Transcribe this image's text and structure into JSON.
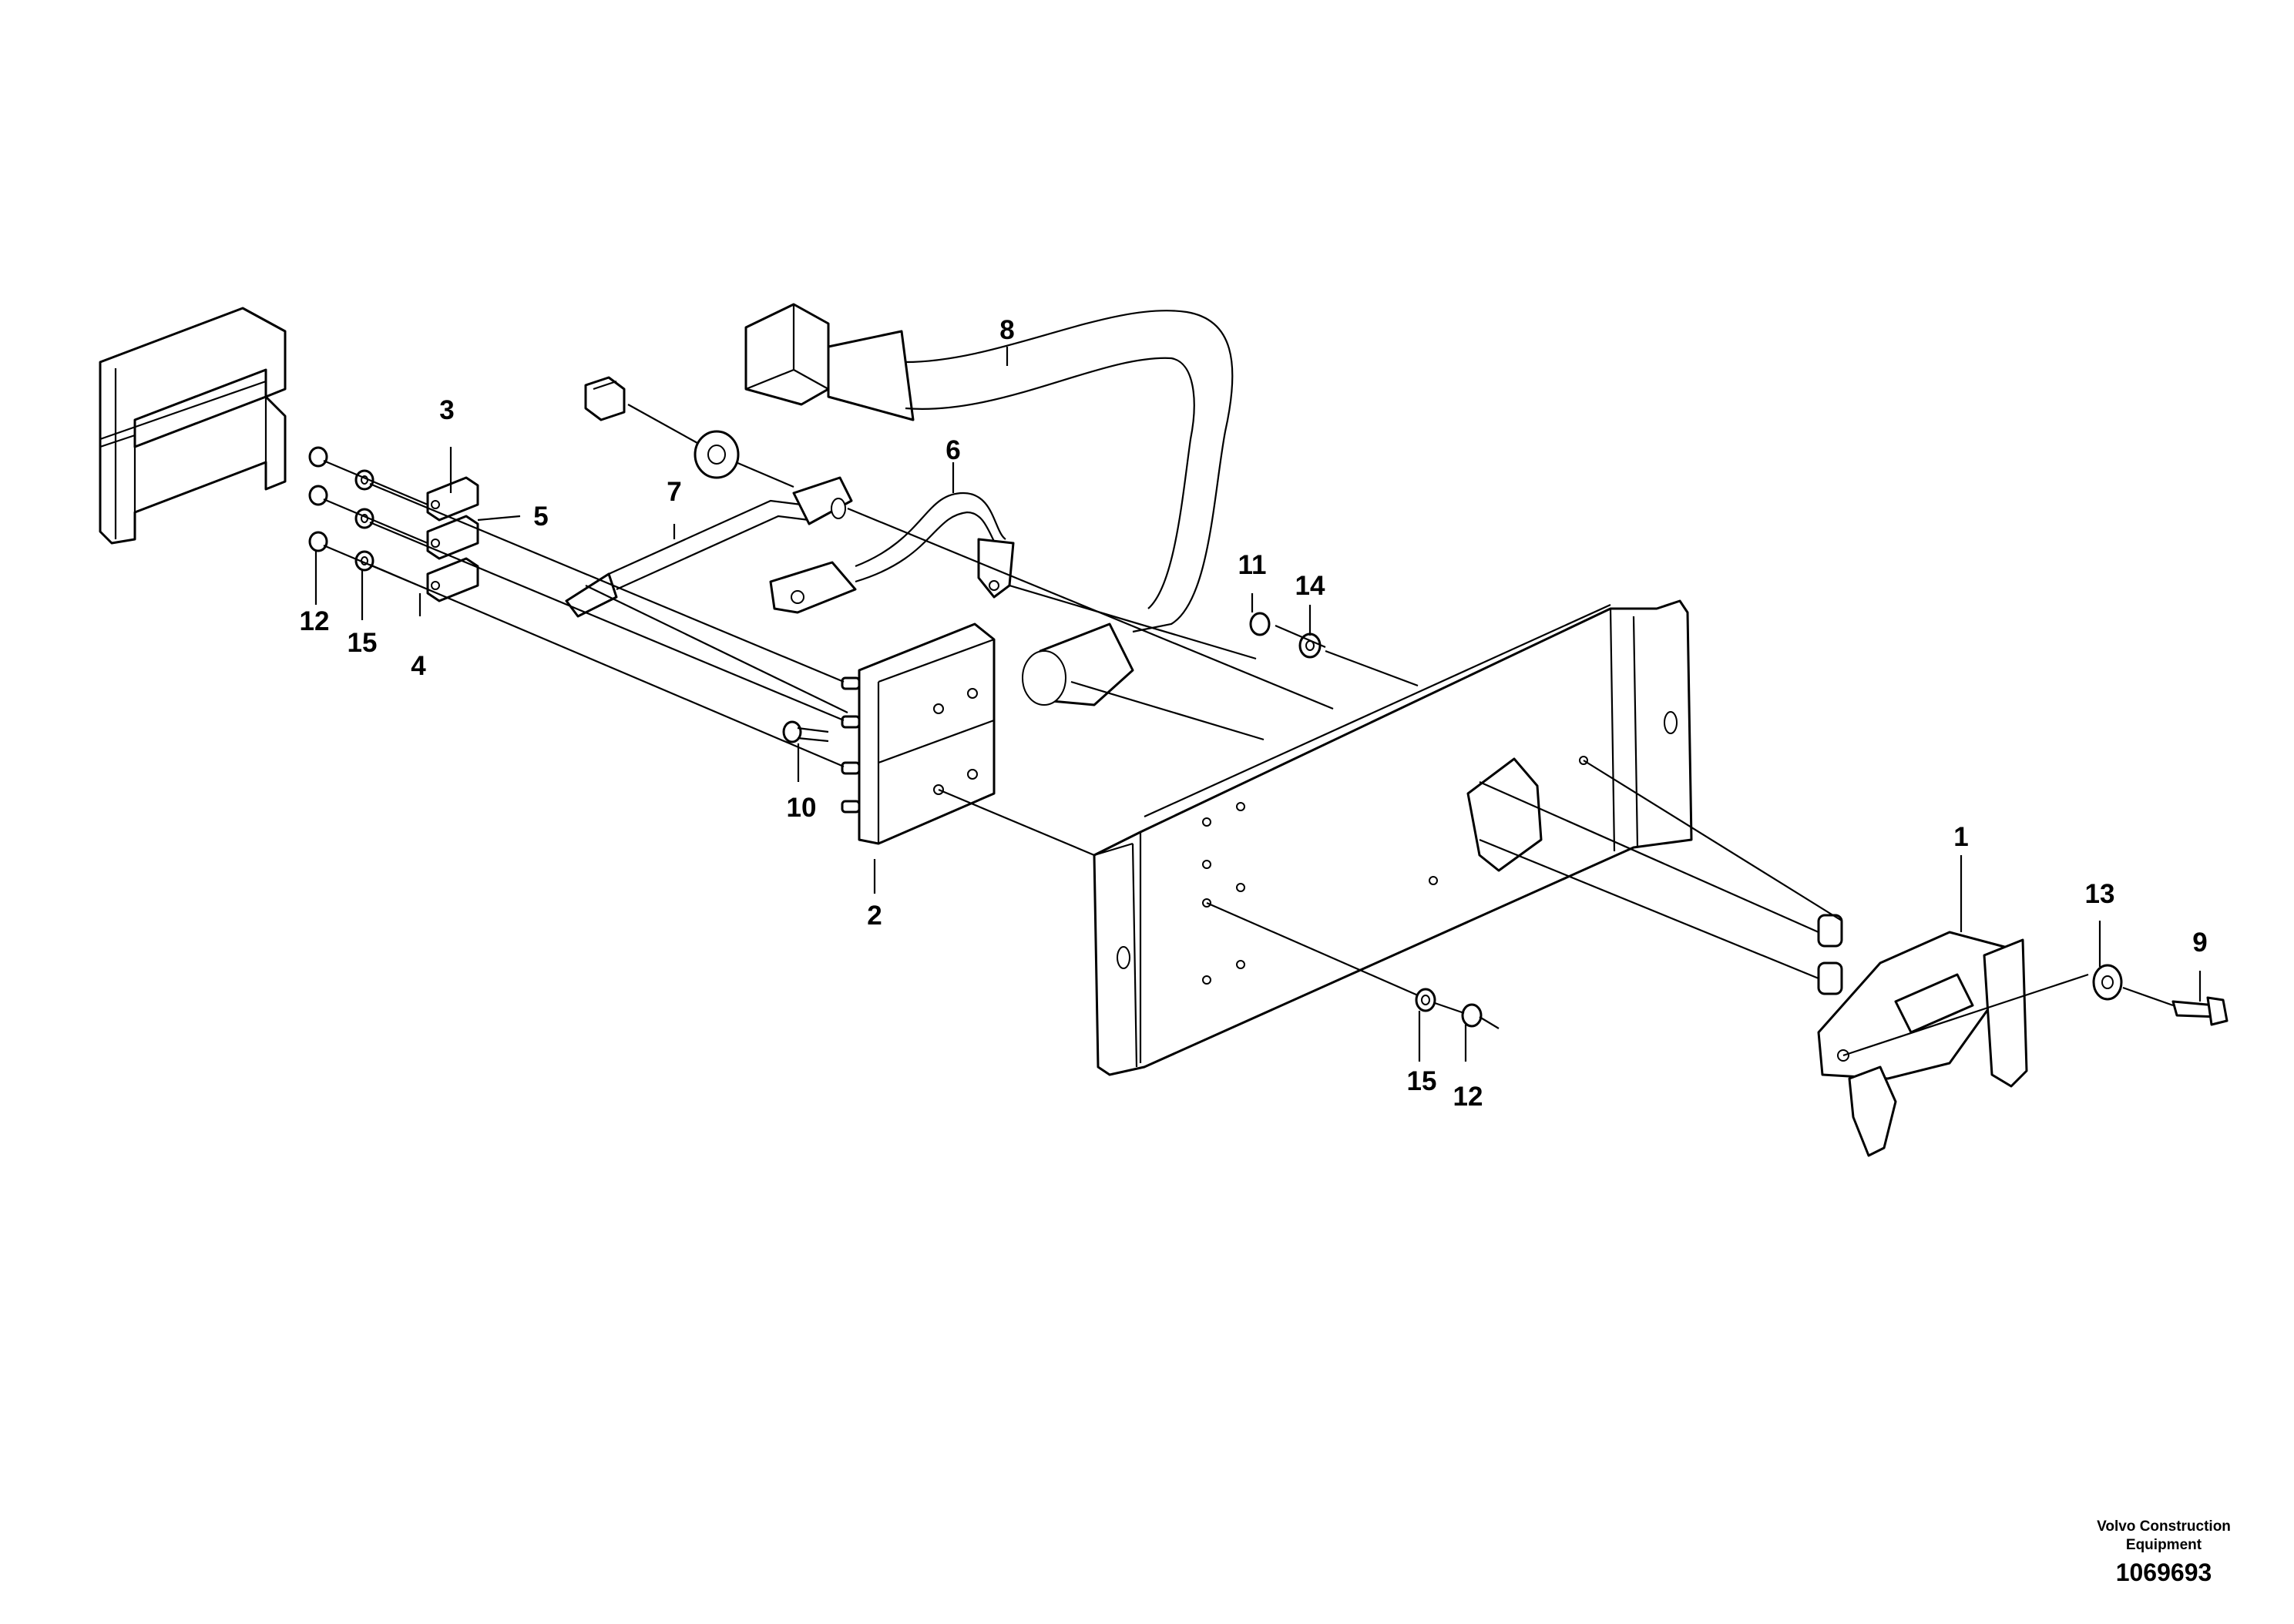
{
  "diagram": {
    "callouts": {
      "c1": "1",
      "c2": "2",
      "c3": "3",
      "c4": "4",
      "c5": "5",
      "c6": "6",
      "c7": "7",
      "c8": "8",
      "c9": "9",
      "c10": "10",
      "c11": "11",
      "c12a": "12",
      "c12b": "12",
      "c13": "13",
      "c14": "14",
      "c15a": "15",
      "c15b": "15"
    },
    "footer": {
      "brand_line1": "Volvo Construction",
      "brand_line2": "Equipment",
      "doc_number": "1069693"
    }
  }
}
